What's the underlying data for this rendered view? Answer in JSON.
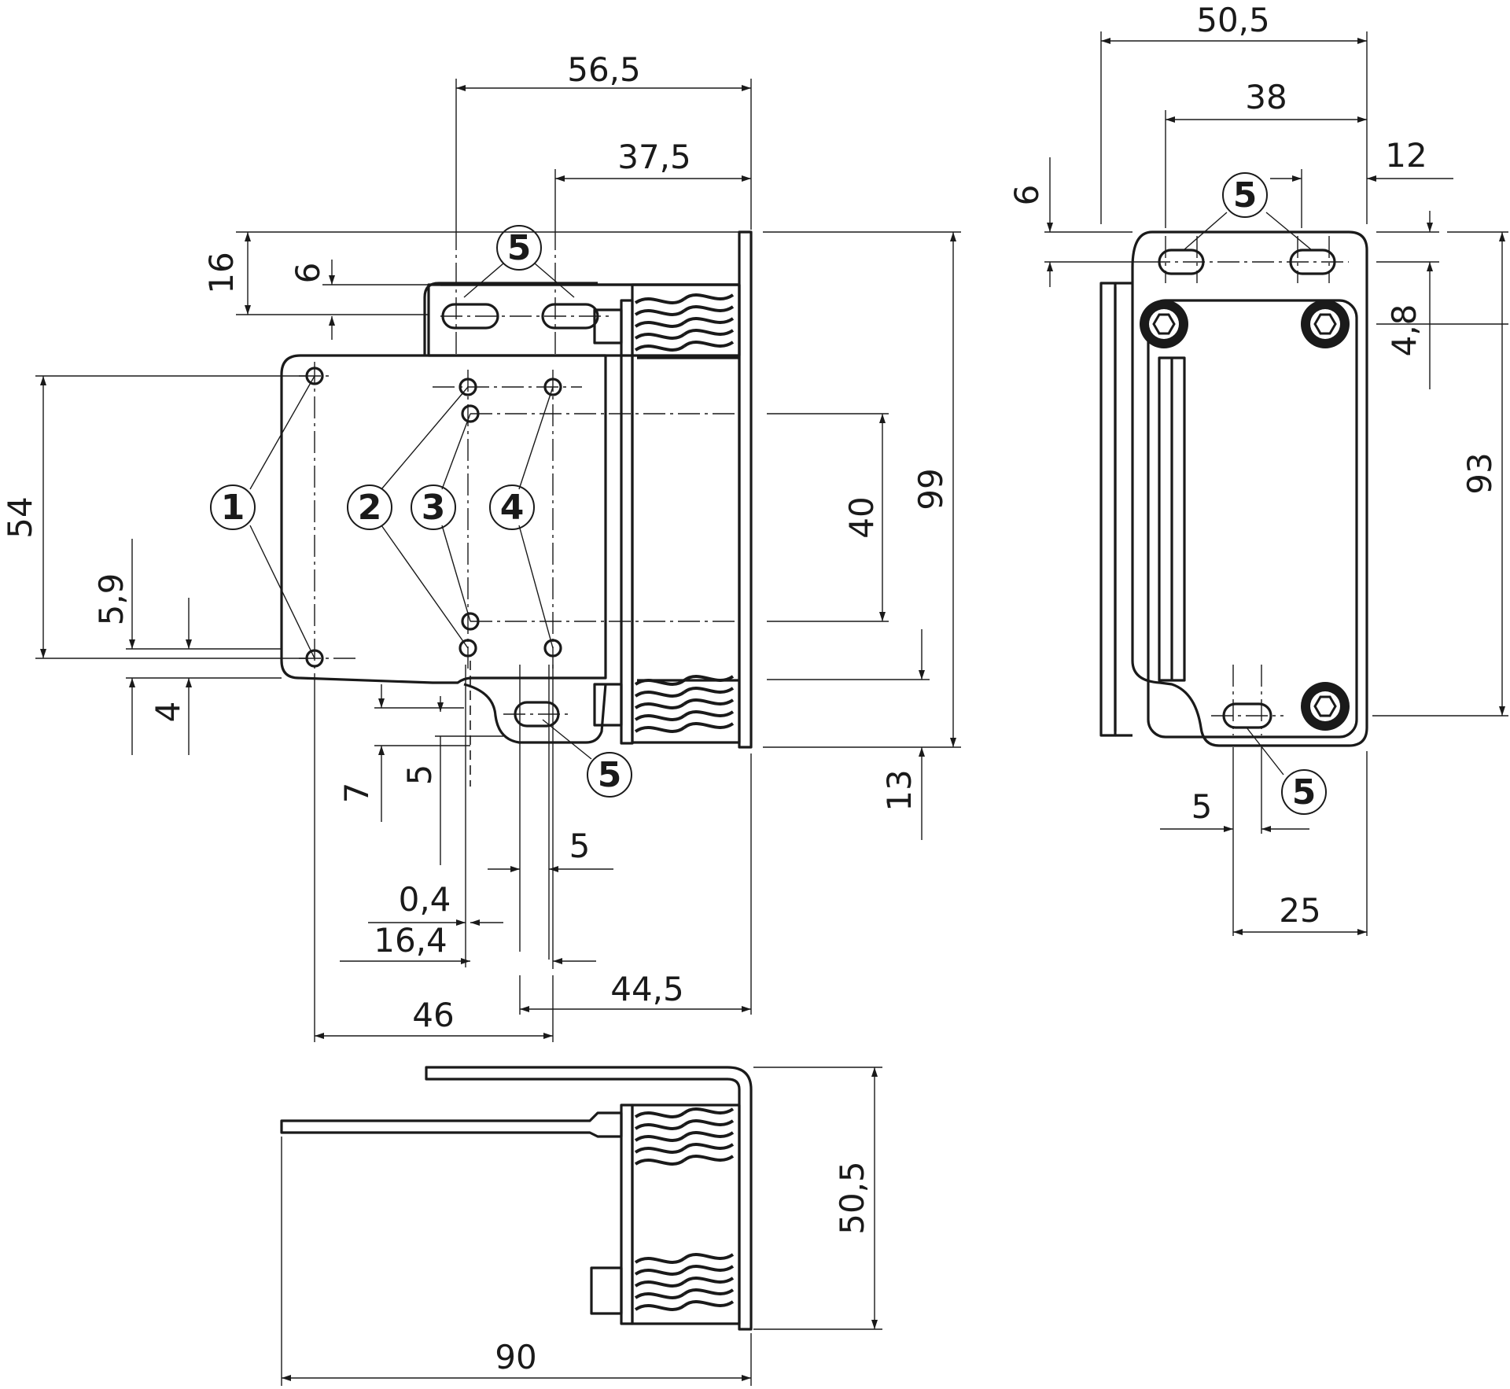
{
  "dimensions": {
    "front": {
      "d56_5": "56,5",
      "d37_5": "37,5",
      "d16": "16",
      "d6": "6",
      "d54": "54",
      "d5_9": "5,9",
      "d4": "4",
      "d7": "7",
      "d5_slot": "5",
      "d5_width": "5",
      "d0_4": "0,4",
      "d16_4": "16,4",
      "d44_5": "44,5",
      "d46": "46",
      "d40": "40",
      "d99": "99",
      "d13": "13"
    },
    "side": {
      "d50_5": "50,5",
      "d38": "38",
      "d12": "12",
      "d6": "6",
      "d4_8": "4,8",
      "d93": "93",
      "d5": "5",
      "d25": "25"
    },
    "bottom": {
      "d50_5": "50,5",
      "d90": "90"
    }
  },
  "callouts": {
    "c1": "1",
    "c2": "2",
    "c3": "3",
    "c4": "4",
    "c5": "5"
  }
}
